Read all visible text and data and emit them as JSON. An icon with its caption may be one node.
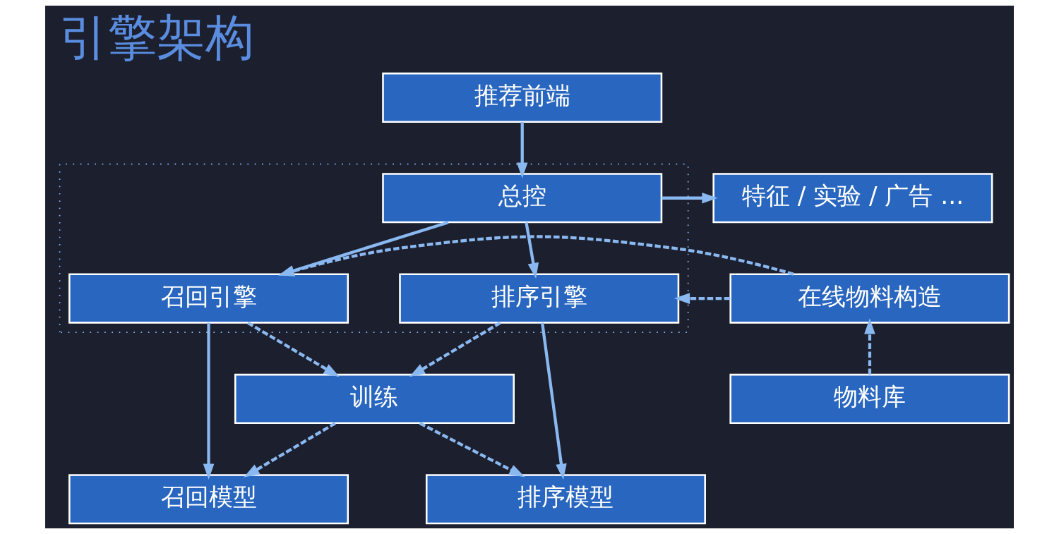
{
  "diagram": {
    "title": "引擎架构",
    "nodes": [
      {
        "text": [
          "推荐前端"
        ]
      },
      {
        "text": [],
        "shape": "box"
      },
      {
        "text": [
          "总控"
        ],
        "in": 1
      },
      {
        "text": [
          "特征 / 实验 / 广告 ..."
        ]
      },
      {
        "text": [
          "召回引擎"
        ],
        "in": 1
      },
      {
        "text": [
          "排序引擎"
        ],
        "in": 1
      },
      {
        "text": [
          "在线物料构造"
        ]
      },
      {
        "text": [
          "召回模型"
        ]
      },
      {
        "text": [
          "排序模型"
        ]
      },
      {
        "text": [
          "训练"
        ]
      },
      {
        "text": [
          "物料库"
        ]
      }
    ],
    "edges": [
      {
        "from": 0,
        "to": 2,
        "arrow": "to"
      },
      {
        "from": 2,
        "to": 3,
        "arrow": "to"
      },
      {
        "from": 2,
        "to": 4,
        "arrow": "to"
      },
      {
        "from": 2,
        "to": 5,
        "arrow": "to"
      },
      {
        "from": 6,
        "to": 4,
        "arrow": "to",
        "style": "dashed"
      },
      {
        "from": 6,
        "to": 5,
        "arrow": "to",
        "style": "dashed"
      },
      {
        "from": 4,
        "to": 9,
        "arrow": "to",
        "style": "dashed"
      },
      {
        "from": 5,
        "to": 9,
        "arrow": "to",
        "style": "dashed"
      },
      {
        "from": 4,
        "to": 7,
        "arrow": "to"
      },
      {
        "from": 5,
        "to": 8,
        "arrow": "to"
      },
      {
        "from": 9,
        "to": 7,
        "arrow": "to",
        "style": "dashed"
      },
      {
        "from": 9,
        "to": 8,
        "arrow": "to",
        "style": "dashed"
      },
      {
        "from": 10,
        "to": 6,
        "arrow": "to",
        "style": "dashed"
      }
    ]
  }
}
